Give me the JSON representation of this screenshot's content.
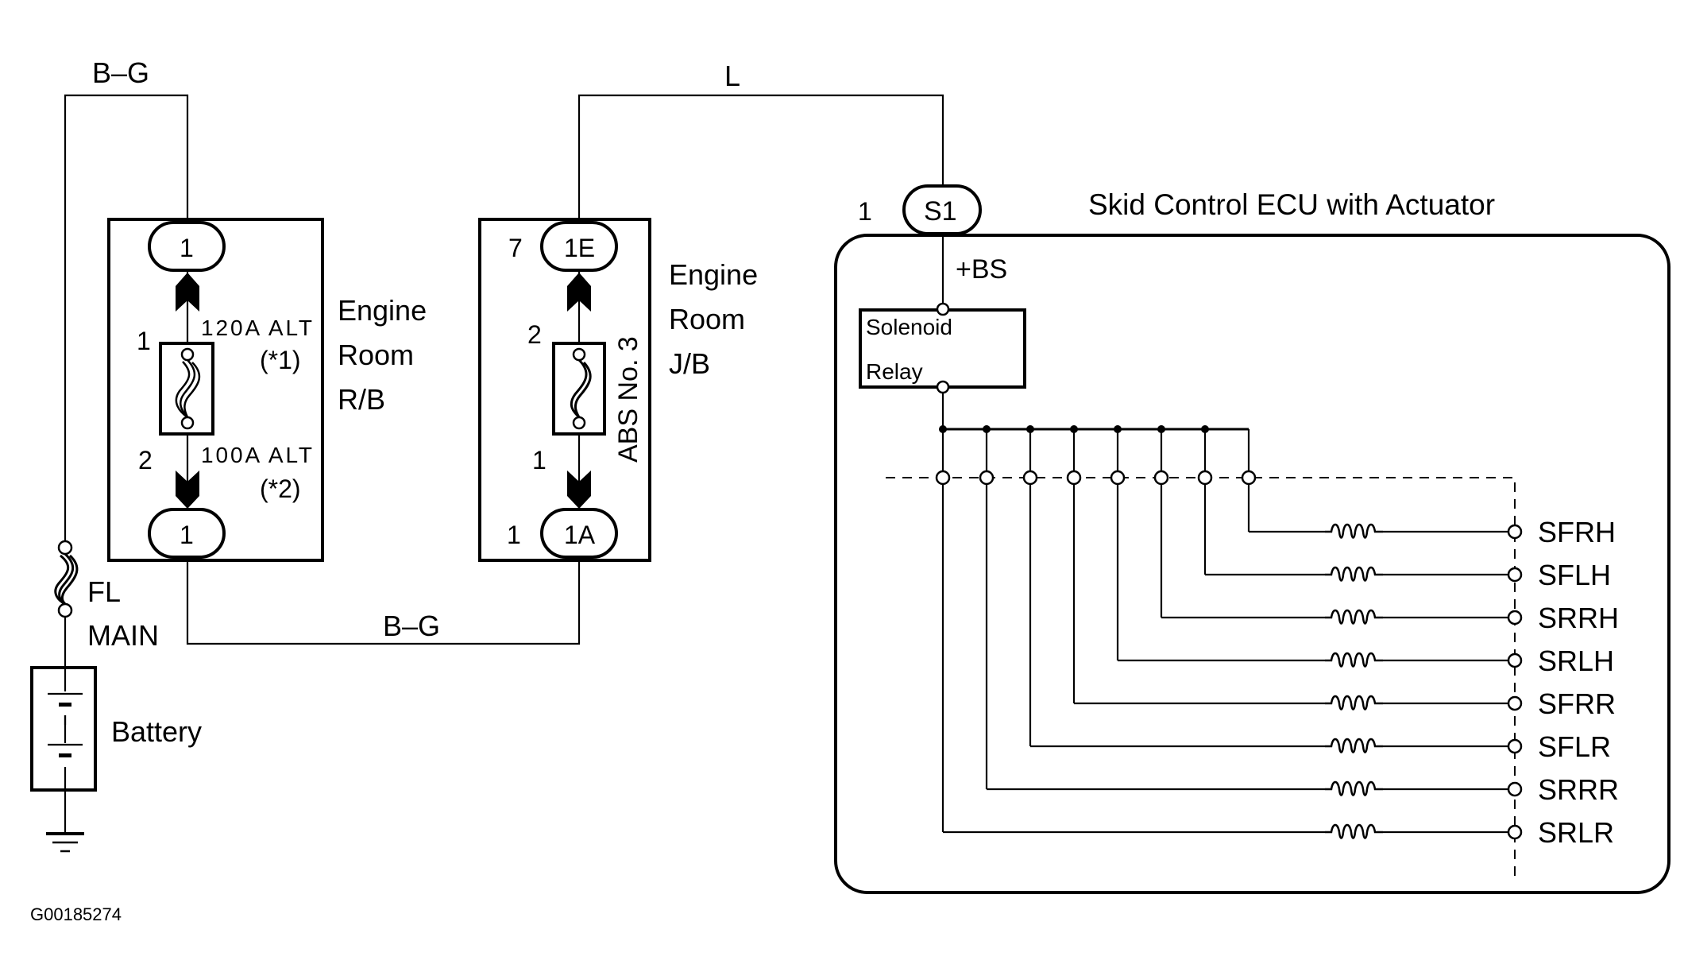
{
  "wires": {
    "top_left": "B–G",
    "top_middle": "L",
    "bottom_middle": "B–G"
  },
  "fusible_link": {
    "line1": "FL",
    "line2": "MAIN"
  },
  "battery": {
    "label": "Battery"
  },
  "relay_block": {
    "title_lines": [
      "Engine",
      "Room",
      "R/B"
    ],
    "top_connector": "1",
    "bottom_connector": "1",
    "fuse_pin_top": "1",
    "fuse_pin_bottom": "2",
    "fuse_label_1": "120A ALT",
    "fuse_note_1": "(*1)",
    "fuse_label_2": "100A ALT",
    "fuse_note_2": "(*2)"
  },
  "junction_block": {
    "title_lines": [
      "Engine",
      "Room",
      "J/B"
    ],
    "top_connector": "1E",
    "top_pin": "7",
    "bottom_connector": "1A",
    "bottom_pin": "1",
    "fuse_pin_top": "2",
    "fuse_pin_bottom": "1",
    "fuse_name": "ABS No. 3"
  },
  "ecu": {
    "title": "Skid Control ECU with Actuator",
    "connector": "S1",
    "connector_pin": "1",
    "terminal": "+BS",
    "relay_lines": [
      "Solenoid",
      "Relay"
    ],
    "solenoids": [
      "SFRH",
      "SFLH",
      "SRRH",
      "SRLH",
      "SFRR",
      "SFLR",
      "SRRR",
      "SRLR"
    ]
  },
  "figure_id": "G00185274"
}
